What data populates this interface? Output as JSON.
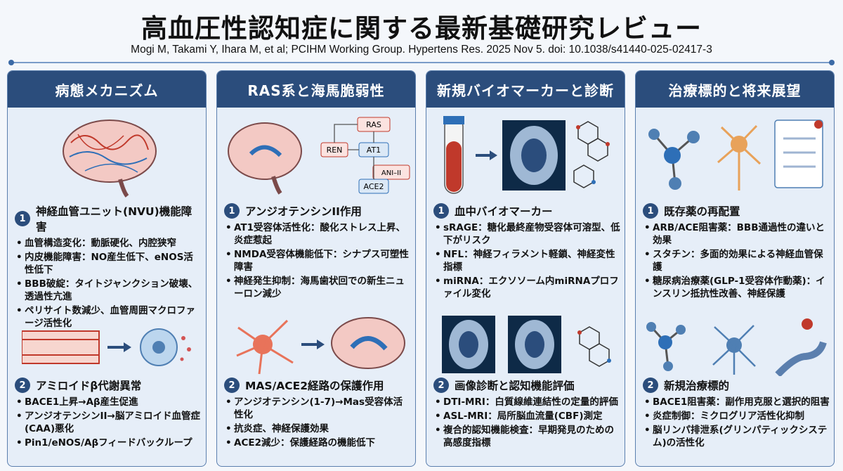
{
  "title": "高血圧性認知症に関する最新基礎研究レビュー",
  "citation": "Mogi M, Takami Y, Ihara M, et al; PCIHM Working Group. Hypertens Res. 2025 Nov 5. doi: 10.1038/s41440-025-02417-3",
  "columns": [
    {
      "header": "病態メカニズム",
      "sections": [
        {
          "num": "1",
          "title": "神経血管ユニット(NVU)機能障害",
          "items": [
            "血管構造変化：動脈硬化、内腔狭窄",
            "内皮機能障害：NO産生低下、eNOS活性低下",
            "BBB破綻：タイトジャンクション破壊、透過性亢進",
            "ペリサイト数減少、血管周囲マクロファージ活性化"
          ]
        },
        {
          "num": "2",
          "title": "アミロイドβ代謝異常",
          "items": [
            "BACE1上昇→Aβ産生促進",
            "アンジオテンシンII→脳アミロイド血管症(CAA)悪化",
            "Pin1/eNOS/Aβフィードバックループ"
          ]
        }
      ]
    },
    {
      "header": "RAS系と海馬脆弱性",
      "diagram": {
        "ras": "RAS",
        "ren": "REN",
        "at1": "AT1",
        "ani": "ANI–II",
        "ace2": "ACE2"
      },
      "sections": [
        {
          "num": "1",
          "title": "アンジオテンシンII作用",
          "items": [
            "AT1受容体活性化：酸化ストレス上昇、炎症惹起",
            "NMDA受容体機能低下：シナプス可塑性障害",
            "神経発生抑制：海馬歯状回での新生ニューロン減少"
          ]
        },
        {
          "num": "2",
          "title": "MAS/ACE2経路の保護作用",
          "items": [
            "アンジオテンシン(1-7)→Mas受容体活性化",
            "抗炎症、神経保護効果",
            "ACE2減少：保護経路の機能低下"
          ]
        }
      ]
    },
    {
      "header": "新規バイオマーカーと診断",
      "sections": [
        {
          "num": "1",
          "title": "血中バイオマーカー",
          "items": [
            "sRAGE：糖化最終産物受容体可溶型、低下がリスク",
            "NFL：神経フィラメント軽鎖、神経変性指標",
            "miRNA：エクソソーム内miRNAプロファイル変化"
          ]
        },
        {
          "num": "2",
          "title": "画像診断と認知機能評価",
          "items": [
            "DTI-MRI：白質線維連結性の定量的評価",
            "ASL-MRI：局所脳血流量(CBF)測定",
            "複合的認知機能検査：早期発見のための高感度指標"
          ]
        }
      ]
    },
    {
      "header": "治療標的と将来展望",
      "sections": [
        {
          "num": "1",
          "title": "既存薬の再配置",
          "items": [
            "ARB/ACE阻害薬：BBB通過性の違いと効果",
            "スタチン：多面的効果による神経血管保護",
            "糖尿病治療薬(GLP-1受容体作動薬)：インスリン抵抗性改善、神経保護"
          ]
        },
        {
          "num": "2",
          "title": "新規治療標的",
          "items": [
            "BACE1阻害薬：副作用克服と選択的阻害",
            "炎症制御：ミクログリア活性化抑制",
            "脳リンパ排泄系(グリンパティックシステム)の活性化"
          ]
        }
      ]
    }
  ],
  "colors": {
    "header": "#2b4d7c",
    "panel": "#e6eef8",
    "accent": "#3b6aa6"
  }
}
